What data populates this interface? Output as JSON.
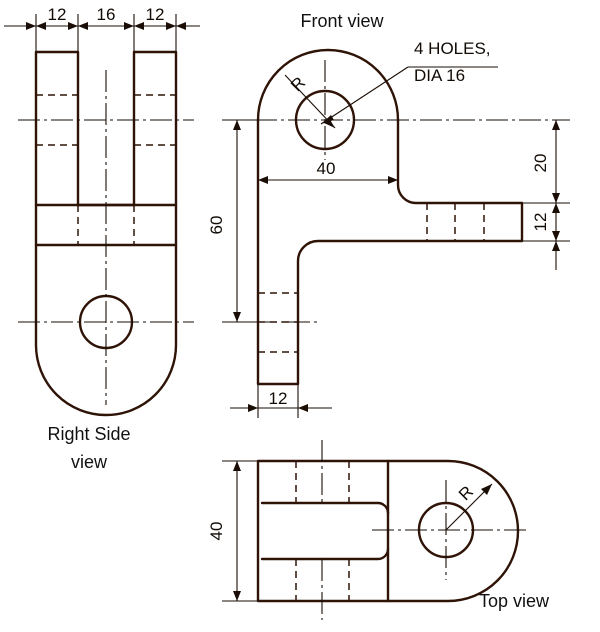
{
  "views": {
    "front_label": "Front view",
    "right_side_label_line1": "Right  Side",
    "right_side_label_line2": "view",
    "top_label": "Top view"
  },
  "note": {
    "line1": "4 HOLES,",
    "line2": "DIA 16"
  },
  "dimensions": {
    "side_left_width": "12",
    "side_gap_width": "16",
    "side_right_width": "12",
    "front_radius": "R",
    "front_arm_length": "40",
    "front_height": "60",
    "front_top_offset": "20",
    "front_arm_thickness": "12",
    "front_upright_thickness": "12",
    "top_depth": "40",
    "top_radius": "R"
  },
  "colors": {
    "line": "#2e1306",
    "text": "#120a04"
  }
}
